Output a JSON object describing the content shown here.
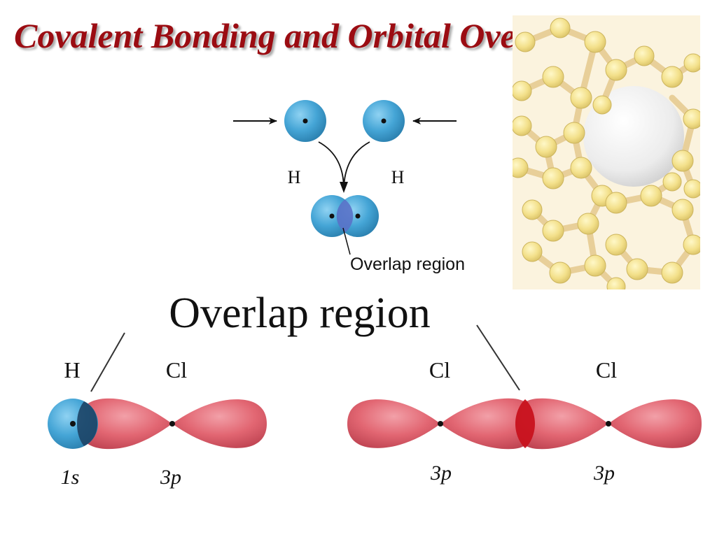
{
  "slide": {
    "title": "Covalent Bonding and Orbital Overlap"
  },
  "h2_panel": {
    "atom_left_label": "H",
    "atom_right_label": "H",
    "overlap_label": "Overlap region"
  },
  "main_panel": {
    "overlap_heading": "Overlap region",
    "hcl": {
      "atom1_label": "H",
      "atom2_label": "Cl",
      "orbital1_label": "1s",
      "orbital2_label": "3p"
    },
    "cl2": {
      "atom1_label": "Cl",
      "atom2_label": "Cl",
      "orbital1_label": "3p",
      "orbital2_label": "3p"
    }
  },
  "colors": {
    "title": "#9b0c12",
    "s_orbital": "#45a5d6",
    "p_orbital": "#e26672",
    "p_overlap": "#c8121e",
    "sp_overlap": "#1d4466",
    "fullerene": "#f3e08a"
  },
  "icons": {
    "arrow": "arrow-right-icon",
    "fullerene": "fullerene-molecule-icon"
  }
}
